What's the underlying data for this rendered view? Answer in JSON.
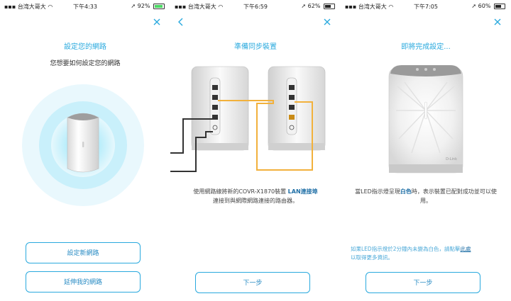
{
  "screens": [
    {
      "status": {
        "carrier": "台湾大哥大",
        "time": "下午4:33",
        "battery": "92%"
      },
      "title": "設定您的網路",
      "subtitle": "您想要如何設定您的網路",
      "buttons": [
        "設定新網路",
        "延伸我的網路"
      ]
    },
    {
      "status": {
        "carrier": "台湾大哥大",
        "time": "下午6:59",
        "battery": "62%"
      },
      "title": "準備同步裝置",
      "description_prefix": "使用網路線將新的COVR-X1870裝置 ",
      "description_bold": "LAN連接埠",
      "description_suffix": "連接到與網際網路連接的路由器。",
      "button": "下一步"
    },
    {
      "status": {
        "carrier": "台湾大哥大",
        "time": "下午7:05",
        "battery": "60%"
      },
      "title": "即將完成設定...",
      "description_prefix": "當LED指示燈呈現",
      "description_bold": "白色",
      "description_suffix": "時，表示裝置已配對成功並可以使用。",
      "note_text": "如果LED指示燈於2分鐘內未變為白色，請點擊",
      "note_link": "此處",
      "note_suffix": "以取得更多資訊。",
      "device_brand": "D-Link",
      "button": "下一步"
    }
  ],
  "colors": {
    "accent": "#29a9de",
    "cable_orange": "#f2b13c",
    "cable_dark": "#333333",
    "battery_green": "#4cd964"
  }
}
